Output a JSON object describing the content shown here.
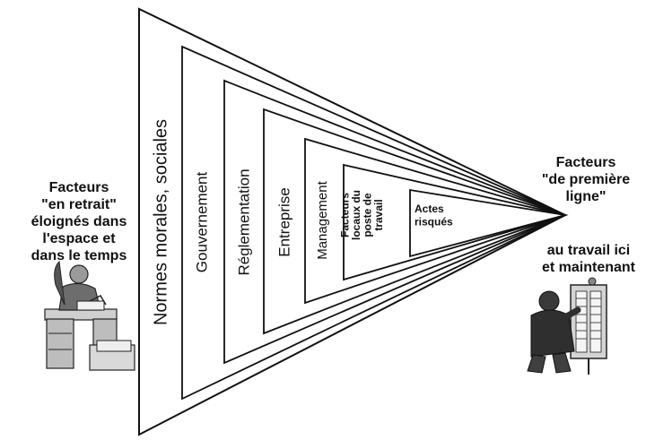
{
  "diagram": {
    "layers": [
      "Normes morales, sociales",
      "Gouvernement",
      "Réglementation",
      "Entreprise",
      "Management",
      [
        "Facteurs",
        "locaux du",
        "poste de",
        "travail"
      ],
      [
        "Actes",
        "risqués"
      ]
    ],
    "left_caption": [
      "Facteurs",
      "\"en retrait\"",
      "éloignés dans",
      "l'espace et",
      "dans le temps"
    ],
    "right_caption_top": [
      "Facteurs",
      "\"de première",
      "ligne\""
    ],
    "right_caption_bottom": [
      "au travail ici",
      "et maintenant"
    ],
    "icons": {
      "left": "office-worker-at-desk-icon",
      "right": "field-worker-at-electrical-panel-icon"
    }
  }
}
